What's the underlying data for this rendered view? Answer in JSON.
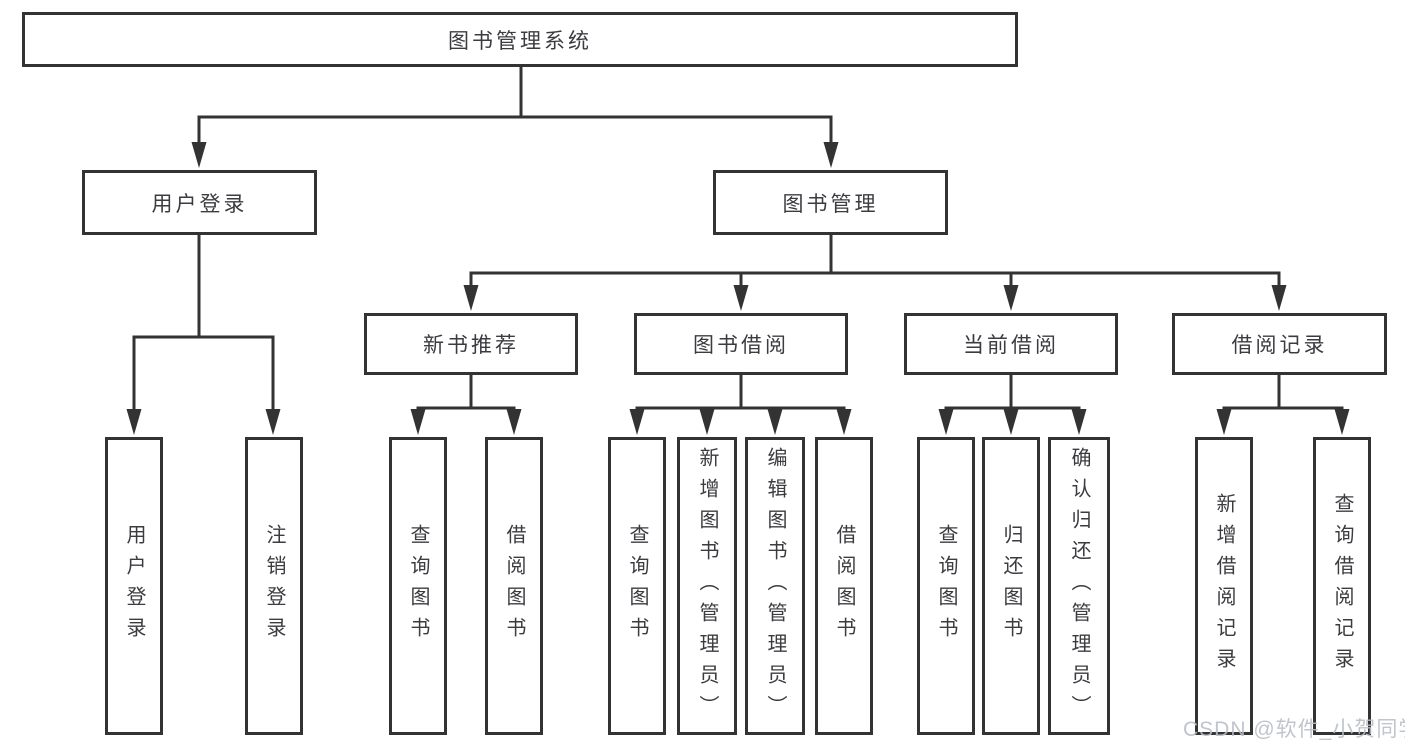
{
  "diagram": {
    "root": "图书管理系统",
    "branches": [
      {
        "label": "用户登录",
        "children": [
          "用户登录",
          "注销登录"
        ]
      },
      {
        "label": "图书管理",
        "children": [
          {
            "label": "新书推荐",
            "children": [
              "查询图书",
              "借阅图书"
            ]
          },
          {
            "label": "图书借阅",
            "children": [
              "查询图书",
              "新增图书（管理员）",
              "编辑图书（管理员）",
              "借阅图书"
            ]
          },
          {
            "label": "当前借阅",
            "children": [
              "查询图书",
              "归还图书",
              "确认归还（管理员）"
            ]
          },
          {
            "label": "借阅记录",
            "children": [
              "新增借阅记录",
              "查询借阅记录"
            ]
          }
        ]
      }
    ]
  },
  "watermark": "CSDN @软件_小贺同学",
  "colors": {
    "line": "#333333",
    "text": "#3c3c40",
    "watermark": "#b9bec8",
    "background": "#ffffff"
  }
}
